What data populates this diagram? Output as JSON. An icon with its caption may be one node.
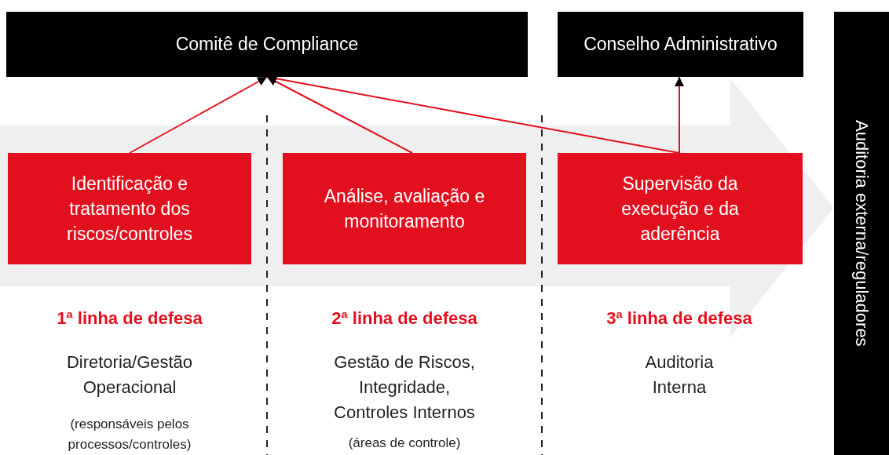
{
  "diagram": {
    "nodes": [
      {
        "text": [
          "Comitê de Compliance"
        ]
      },
      {
        "text": [
          "Conselho Administrativo"
        ]
      },
      {
        "text": [
          "Auditoria externa/reguladores"
        ]
      },
      {
        "text": [
          "Identificação e tratamento dos riscos/controles"
        ]
      },
      {
        "text": [
          "Análise, avaliação e monitoramento"
        ]
      },
      {
        "text": [
          "Supervisão da execução e da aderência"
        ]
      }
    ],
    "edges": [
      {
        "from": 3,
        "to": 0,
        "arrow": "to"
      },
      {
        "from": 4,
        "to": 0,
        "arrow": "to"
      },
      {
        "from": 5,
        "to": 0,
        "arrow": "to"
      },
      {
        "from": 5,
        "to": 1,
        "arrow": "to"
      }
    ],
    "labels": [
      "1ª linha de defesa",
      "Diretoria/Gestão Operacional",
      "(responsáveis pelos processos/controles)",
      "2ª linha de defesa",
      "Gestão de Riscos, Integridade, Controles Internos",
      "(áreas de controle)",
      "3ª linha de defesa",
      "Auditoria Interna"
    ]
  }
}
